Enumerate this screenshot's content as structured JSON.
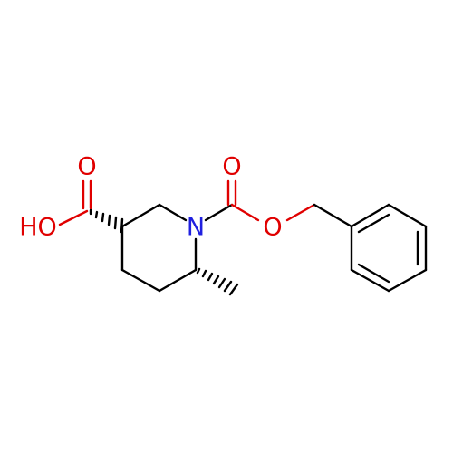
{
  "molecule": {
    "atoms": {
      "carbonyl_o_acid": {
        "label": "O",
        "color": "#e00000"
      },
      "hydroxyl": {
        "label": "HO",
        "color": "#e00000"
      },
      "ring_n": {
        "label": "N",
        "color": "#2020e0"
      },
      "carbonyl_o_carbamate": {
        "label": "O",
        "color": "#e00000"
      },
      "ester_o": {
        "label": "O",
        "color": "#e00000"
      }
    }
  }
}
